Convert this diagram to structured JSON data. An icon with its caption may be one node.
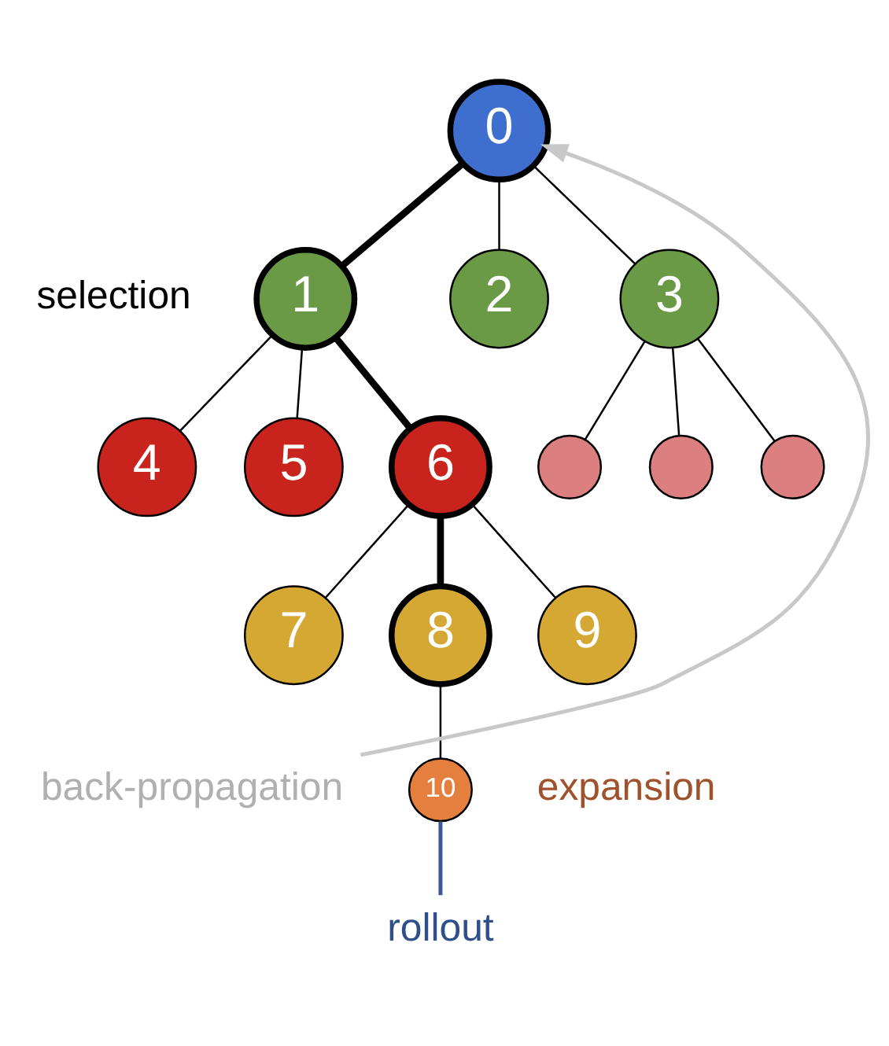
{
  "diagram": {
    "nodes": [
      {
        "text": [
          "0"
        ]
      },
      {
        "text": [
          "1"
        ]
      },
      {
        "text": [
          "2"
        ]
      },
      {
        "text": [
          "3"
        ]
      },
      {
        "text": [
          "4"
        ]
      },
      {
        "text": [
          "5"
        ]
      },
      {
        "text": [
          "6"
        ]
      },
      {
        "text": [
          "7"
        ]
      },
      {
        "text": [
          "8"
        ]
      },
      {
        "text": [
          "9"
        ]
      },
      {
        "text": [
          "10"
        ],
        "beside": [
          "expansion"
        ]
      },
      {
        "text": [],
        "shape": "circle"
      },
      {
        "text": [],
        "shape": "circle"
      },
      {
        "text": [],
        "shape": "circle"
      },
      {
        "text": [
          "back-propagation"
        ]
      },
      {
        "text": [
          "rollout"
        ]
      }
    ],
    "edges": [
      {
        "from": 0,
        "to": 1,
        "arrow": "none",
        "style": "thick"
      },
      {
        "from": 0,
        "to": 2,
        "arrow": "none"
      },
      {
        "from": 0,
        "to": 3,
        "arrow": "none"
      },
      {
        "from": 1,
        "to": 4,
        "arrow": "none"
      },
      {
        "from": 1,
        "to": 5,
        "arrow": "none"
      },
      {
        "from": 1,
        "to": 6,
        "arrow": "none",
        "style": "thick"
      },
      {
        "from": 3,
        "to": 11,
        "arrow": "none"
      },
      {
        "from": 3,
        "to": 12,
        "arrow": "none"
      },
      {
        "from": 3,
        "to": 13,
        "arrow": "none"
      },
      {
        "from": 6,
        "to": 7,
        "arrow": "none"
      },
      {
        "from": 6,
        "to": 8,
        "arrow": "none",
        "style": "thick"
      },
      {
        "from": 6,
        "to": 9,
        "arrow": "none"
      },
      {
        "from": 8,
        "to": 10,
        "arrow": "none"
      },
      {
        "from": 10,
        "to": 15,
        "arrow": "none",
        "color": "#3a5a9a"
      },
      {
        "from": 14,
        "to": 0,
        "arrow": "to",
        "color": "#c8c8c8"
      }
    ],
    "labels": [
      "selection"
    ]
  }
}
